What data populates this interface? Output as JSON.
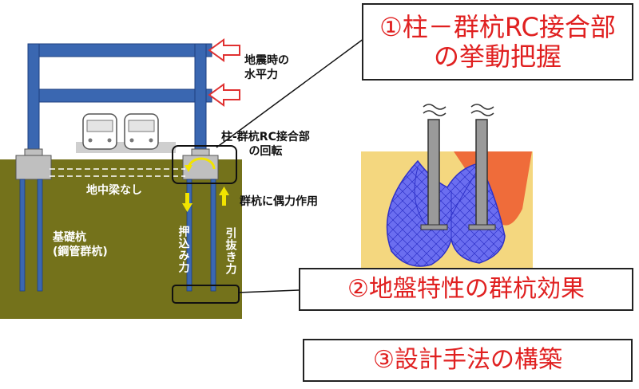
{
  "labels": {
    "seismic_force_l1": "地震時の",
    "seismic_force_l2": "水平力",
    "joint_rotation_l1": "柱-群杭RC接合部",
    "joint_rotation_l2": "の回転",
    "no_underground_beam": "地中梁なし",
    "couple_force": "群杭に偶力作用",
    "foundation_pile_l1": "基礎杭",
    "foundation_pile_l2": "(鋼管群杭)",
    "push_force": "押込み力",
    "pullout_force": "引抜き力"
  },
  "boxes": {
    "box1_line1": "①柱－群杭RC接合部",
    "box1_line2": "の挙動把握",
    "box2": "②地盤特性の群杭効果",
    "box3": "③設計手法の構築"
  },
  "colors": {
    "frame_blue": "#3a67b1",
    "ground_olive": "#74721b",
    "soil_yellow": "#f4d77f",
    "wedge_purple": "#6b6ef0",
    "wedge_red": "#ef6c3a",
    "arrow_red": "#e03030",
    "arrow_yellow": "#f2e400",
    "title_red": "#e02020"
  }
}
